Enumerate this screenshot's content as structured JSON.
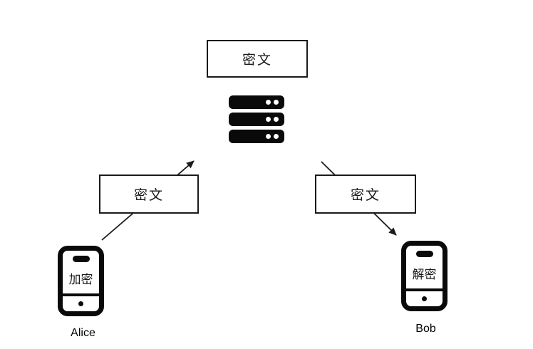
{
  "diagram": {
    "background": "#ffffff",
    "line_color": "#1a1a1a",
    "icon_color": "#0a0a0a",
    "boxes": {
      "top": {
        "label": "密文"
      },
      "left": {
        "label": "密文"
      },
      "right": {
        "label": "密文"
      }
    },
    "server": {
      "icon": "server-stack-icon",
      "bars": 3
    },
    "alice": {
      "name": "Alice",
      "screen_label": "加密",
      "icon": "smartphone-icon"
    },
    "bob": {
      "name": "Bob",
      "screen_label": "解密",
      "icon": "smartphone-icon"
    }
  }
}
